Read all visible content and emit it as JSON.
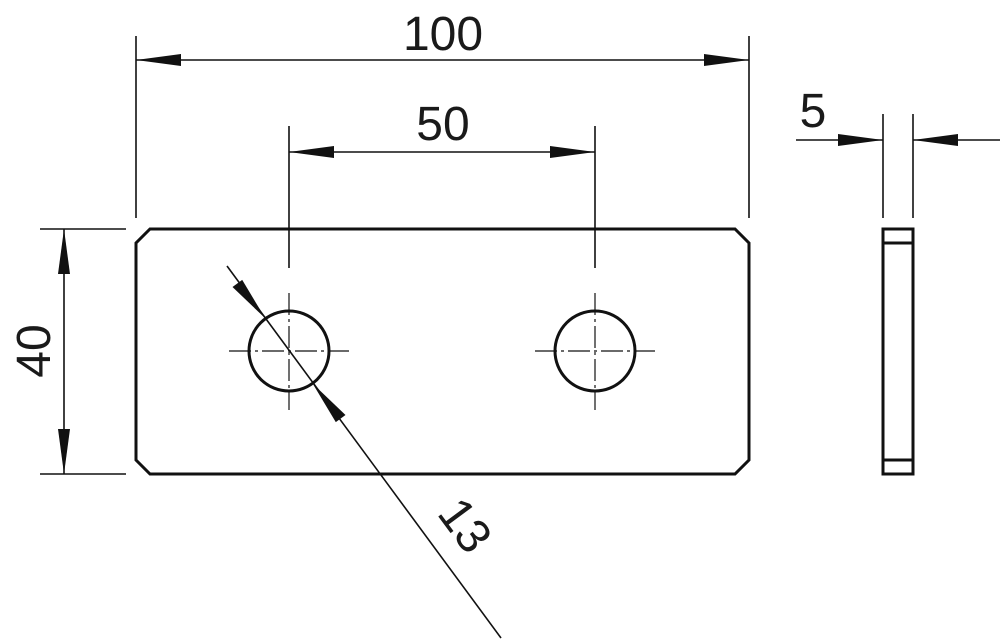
{
  "drawing": {
    "dimensions": {
      "overall_length": "100",
      "hole_spacing": "50",
      "thickness": "5",
      "height": "40",
      "hole_diameter": "13"
    }
  }
}
